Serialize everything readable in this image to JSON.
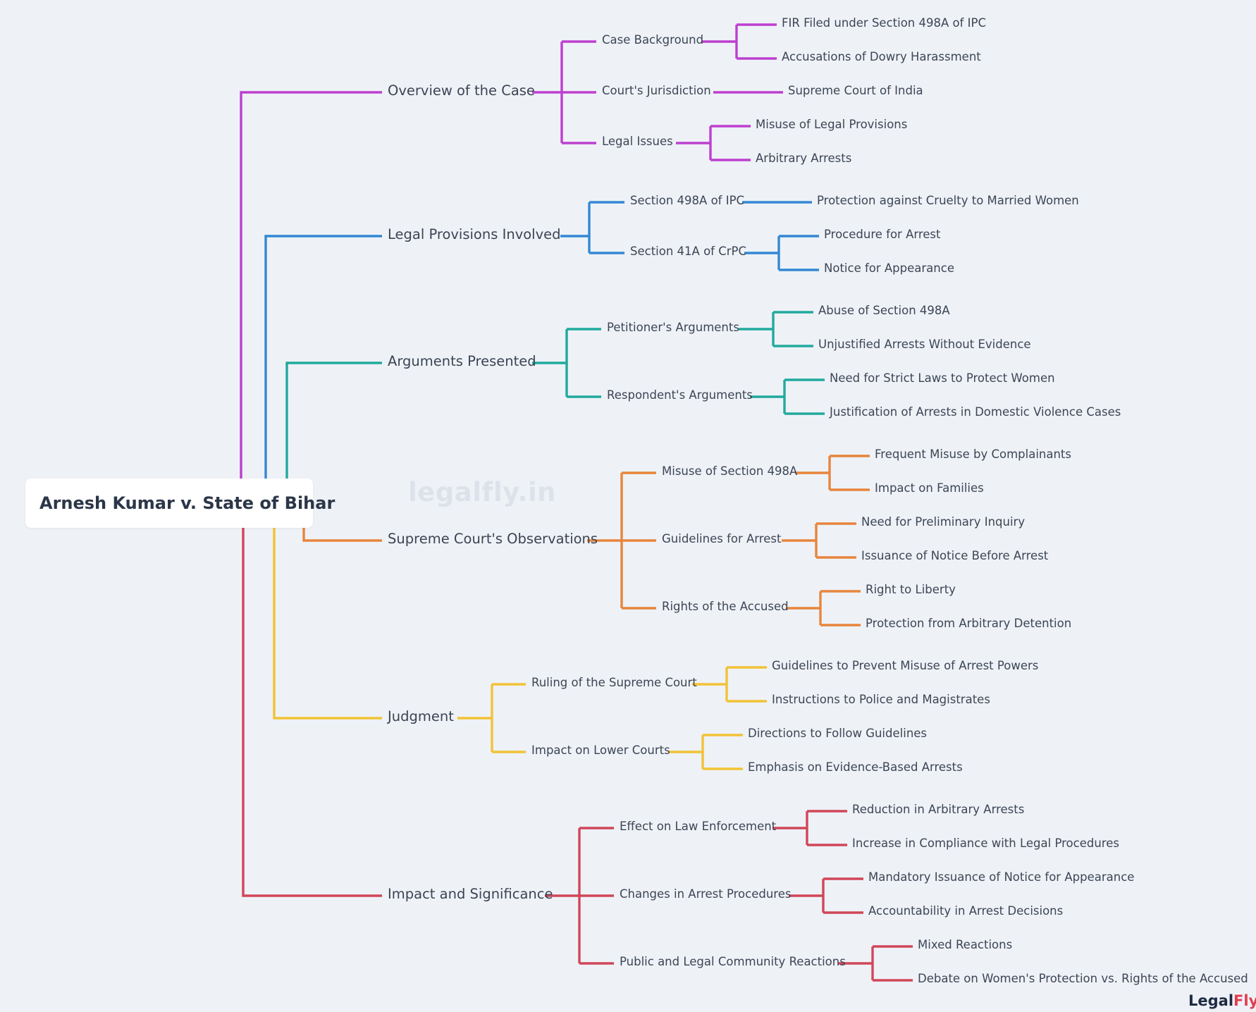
{
  "root": "Arnesh Kumar v. State of Bihar",
  "watermark": "legalfly.in",
  "brand": {
    "part1": "Legal",
    "part2": "Fly"
  },
  "colors": {
    "overview": "#bd3fcf",
    "provisions": "#3388d4",
    "arguments": "#21a99d",
    "observations": "#e7853c",
    "judgment": "#f2c236",
    "impact": "#d14659"
  },
  "branches": [
    {
      "label": "Overview of the Case",
      "color": "overview",
      "children": [
        {
          "label": "Case Background",
          "children": [
            "FIR Filed under Section 498A of IPC",
            "Accusations of Dowry Harassment"
          ]
        },
        {
          "label": "Court's Jurisdiction",
          "children": [
            "Supreme Court of India"
          ]
        },
        {
          "label": "Legal Issues",
          "children": [
            "Misuse of Legal Provisions",
            "Arbitrary Arrests"
          ]
        }
      ]
    },
    {
      "label": "Legal Provisions Involved",
      "color": "provisions",
      "children": [
        {
          "label": "Section 498A of IPC",
          "children": [
            "Protection against Cruelty to Married Women"
          ]
        },
        {
          "label": "Section 41A of CrPC",
          "children": [
            "Procedure for Arrest",
            "Notice for Appearance"
          ]
        }
      ]
    },
    {
      "label": "Arguments Presented",
      "color": "arguments",
      "children": [
        {
          "label": "Petitioner's Arguments",
          "children": [
            "Abuse of Section 498A",
            "Unjustified Arrests Without Evidence"
          ]
        },
        {
          "label": "Respondent's Arguments",
          "children": [
            "Need for Strict Laws to Protect Women",
            "Justification of Arrests in Domestic Violence Cases"
          ]
        }
      ]
    },
    {
      "label": "Supreme Court's Observations",
      "color": "observations",
      "children": [
        {
          "label": "Misuse of Section 498A",
          "children": [
            "Frequent Misuse by Complainants",
            "Impact on Families"
          ]
        },
        {
          "label": "Guidelines for Arrest",
          "children": [
            "Need for Preliminary Inquiry",
            "Issuance of Notice Before Arrest"
          ]
        },
        {
          "label": "Rights of the Accused",
          "children": [
            "Right to Liberty",
            "Protection from Arbitrary Detention"
          ]
        }
      ]
    },
    {
      "label": "Judgment",
      "color": "judgment",
      "children": [
        {
          "label": "Ruling of the Supreme Court",
          "children": [
            "Guidelines to Prevent Misuse of Arrest Powers",
            "Instructions to Police and Magistrates"
          ]
        },
        {
          "label": "Impact on Lower Courts",
          "children": [
            "Directions to Follow Guidelines",
            "Emphasis on Evidence-Based Arrests"
          ]
        }
      ]
    },
    {
      "label": "Impact and Significance",
      "color": "impact",
      "children": [
        {
          "label": "Effect on Law Enforcement",
          "children": [
            "Reduction in Arbitrary Arrests",
            "Increase in Compliance with Legal Procedures"
          ]
        },
        {
          "label": "Changes in Arrest Procedures",
          "children": [
            "Mandatory Issuance of Notice for Appearance",
            "Accountability in Arrest Decisions"
          ]
        },
        {
          "label": "Public and Legal Community Reactions",
          "children": [
            "Mixed Reactions",
            "Debate on Women's Protection vs. Rights of the Accused"
          ]
        }
      ]
    }
  ]
}
